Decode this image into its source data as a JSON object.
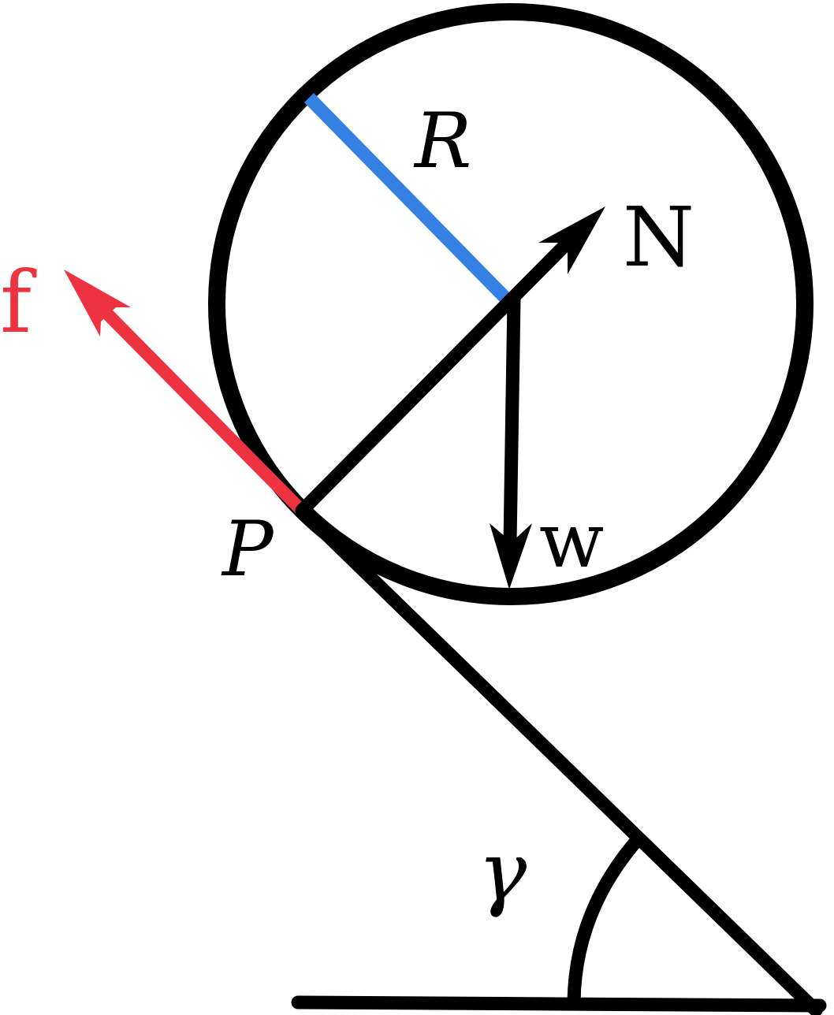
{
  "diagram": {
    "colors": {
      "ink": "#000000",
      "friction": "#ee3340",
      "radius": "#3580e3",
      "background": "#ffffff"
    },
    "labels": {
      "radius": "R",
      "normal_force": "N",
      "friction_force": "f",
      "contact_point": "P",
      "weight": "w",
      "incline_angle": "γ"
    }
  }
}
